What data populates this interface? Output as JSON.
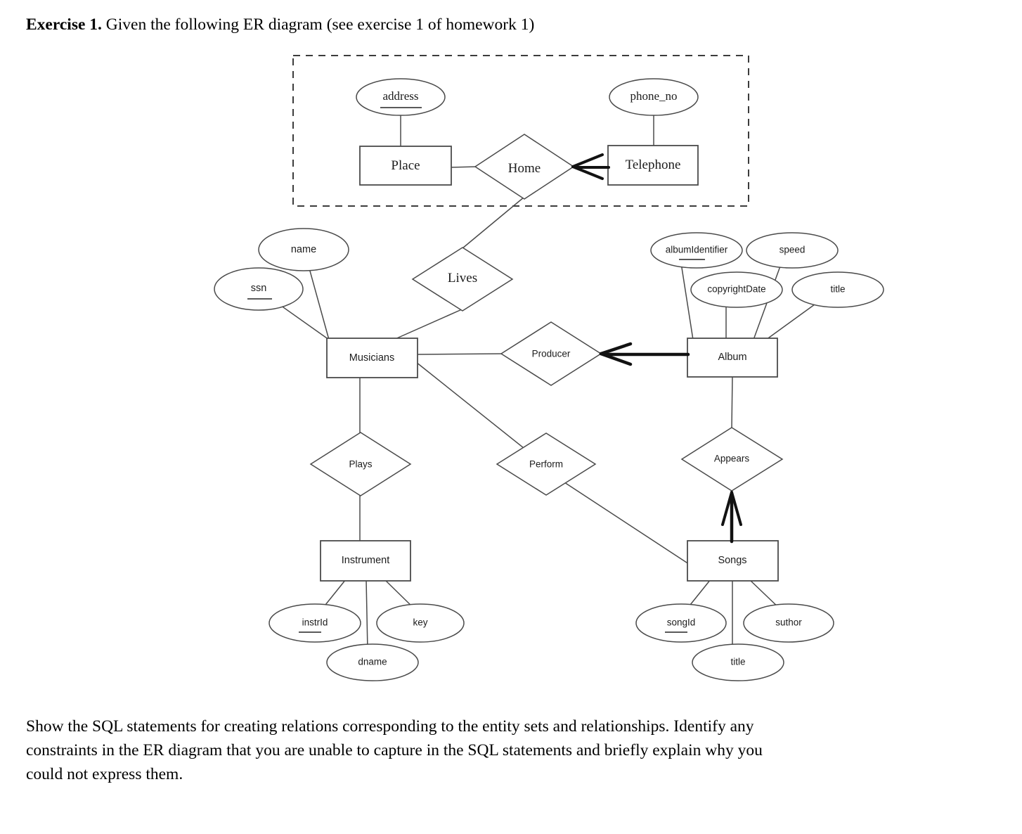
{
  "heading": {
    "bold": "Exercise 1.",
    "text": " Given the following ER diagram (see exercise 1 of homework 1)"
  },
  "footer": {
    "line1": "Show the SQL statements for creating relations corresponding to the entity sets and relationships. Identify any",
    "line2": "constraints in the ER diagram that you are unable to capture in the SQL statements and briefly explain why you",
    "line3": "could not express them."
  },
  "diagram": {
    "entities": {
      "place": "Place",
      "telephone": "Telephone",
      "musicians": "Musicians",
      "album": "Album",
      "instrument": "Instrument",
      "songs": "Songs"
    },
    "relationships": {
      "home": "Home",
      "lives": "Lives",
      "producer": "Producer",
      "plays": "Plays",
      "perform": "Perform",
      "appears": "Appears"
    },
    "attributes": {
      "address": "address",
      "phone_no": "phone_no",
      "name": "name",
      "ssn": "ssn",
      "albumIdentifier": "albumIdentifier",
      "speed": "speed",
      "copyrightDate": "copyrightDate",
      "album_title": "title",
      "instrId": "instrId",
      "key": "key",
      "dname": "dname",
      "songId": "songId",
      "suthor": "suthor",
      "songs_title": "title"
    },
    "key_attributes": [
      "address",
      "ssn",
      "albumIdentifier",
      "instrId",
      "songId"
    ],
    "colors": {
      "line": "#4a4a4a",
      "arrow": "#121212",
      "text": "#1c1c1c",
      "background": "#ffffff"
    }
  }
}
